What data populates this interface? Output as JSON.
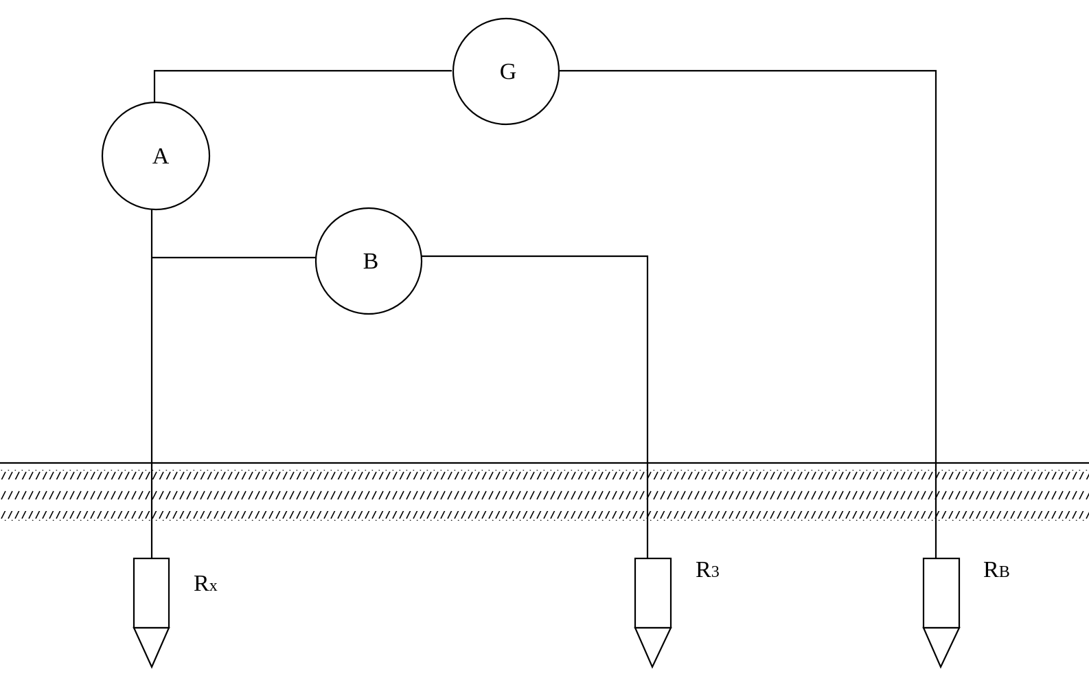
{
  "instruments": {
    "a": {
      "label": "A"
    },
    "b": {
      "label": "B"
    },
    "g": {
      "label": "G"
    }
  },
  "electrodes": {
    "rx": {
      "main": "R",
      "sub": "x"
    },
    "r3": {
      "main": "R",
      "sub": "3"
    },
    "rb": {
      "main": "R",
      "sub": "B"
    }
  },
  "colors": {
    "line": "#000000",
    "background": "#ffffff"
  }
}
